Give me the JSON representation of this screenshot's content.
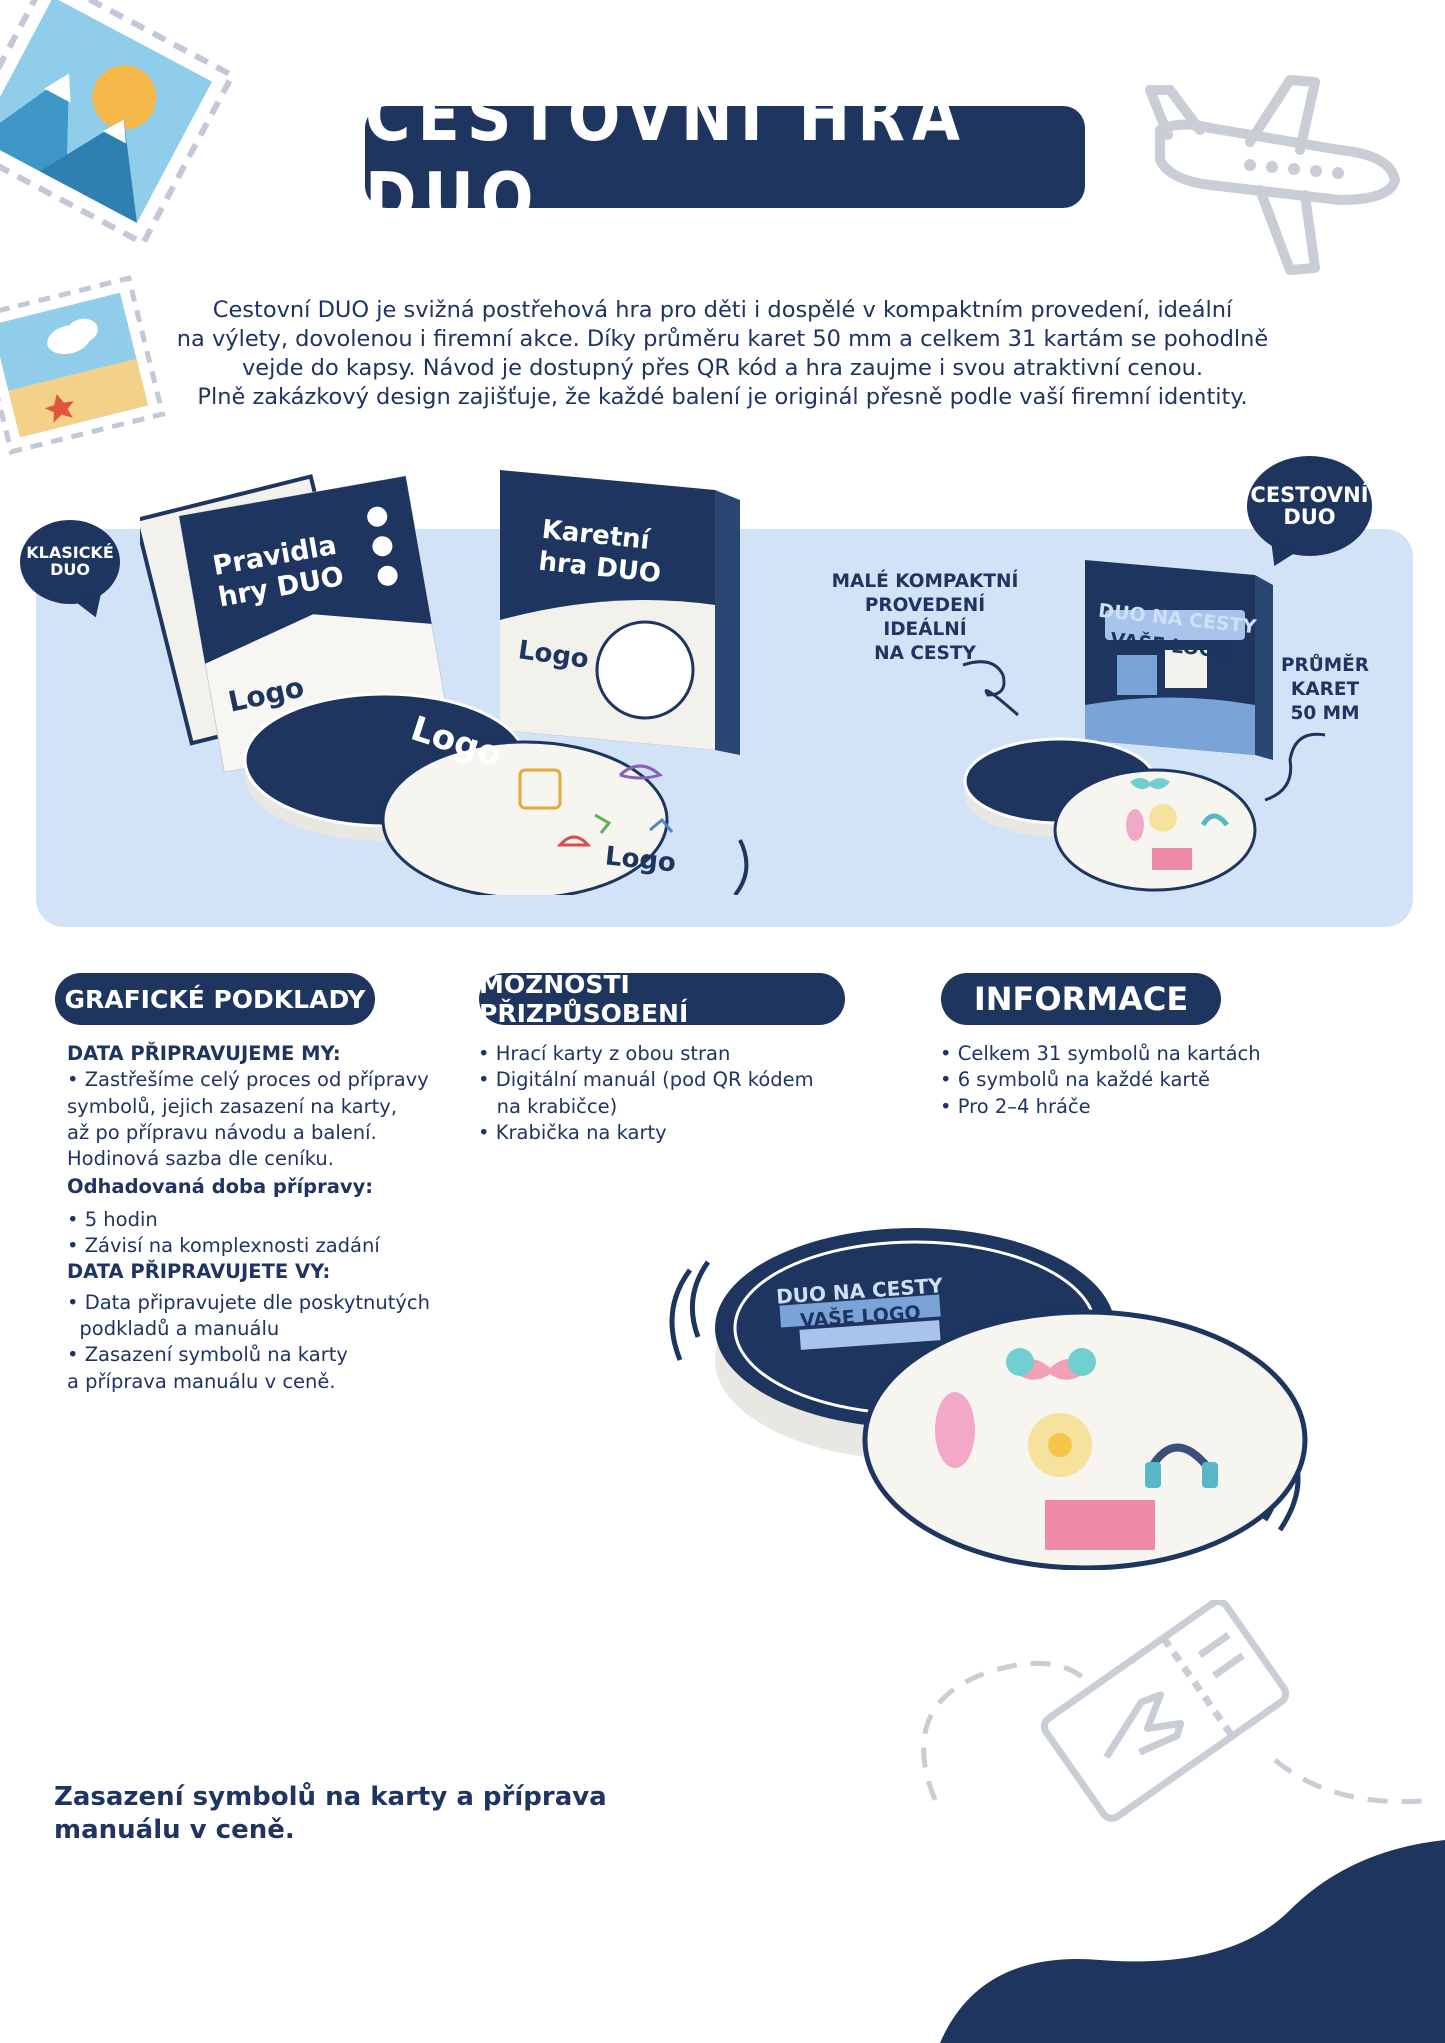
{
  "title": "CESTOVNÍ HRA DUO",
  "intro_lines": [
    "Cestovní DUO je svižná postřehová hra pro děti i dospělé v kompaktním provedení, ideální",
    "na výlety, dovolenou i firemní akce. Díky průměru karet 50 mm a celkem 31 kartám se pohodlně",
    "vejde do kapsy. Návod je dostupný přes QR kód a hra zaujme i svou atraktivní cenou.",
    "Plně zakázkový design zajišťuje, že každé balení je originál přesně podle vaší firemní identity."
  ],
  "bubbles": {
    "left": [
      "KLASICKÉ",
      "DUO"
    ],
    "right": [
      "CESTOVNÍ",
      "DUO"
    ]
  },
  "product_left": {
    "booklet_title": [
      "Pravidla",
      "hry DUO"
    ],
    "booklet_logo": "Logo",
    "box_title": [
      "Karetní",
      "hra DUO"
    ],
    "box_logo": "Logo",
    "card_logo": "Logo",
    "card2_logo": "Logo"
  },
  "product_right": {
    "annotation_left": [
      "MALÉ KOMPAKTNÍ",
      "PROVEDENÍ IDEÁLNÍ",
      "NA CESTY"
    ],
    "annotation_right": [
      "PRŮMĚR",
      "KARET",
      "50 MM"
    ],
    "box_line1": "DUO NA CESTY",
    "box_line2": "VAŠE LOGO"
  },
  "sections": {
    "graphics": {
      "title": "GRAFICKÉ PODKLADY",
      "h1": "DATA PŘIPRAVUJEME MY:",
      "p1": [
        "• Zastřešíme celý proces od přípravy",
        "symbolů, jejich zasazení na karty,",
        "až po přípravu návodu a balení.",
        "Hodinová sazba dle ceníku."
      ],
      "h2": "Odhadovaná doba přípravy:",
      "p2": [
        "• 5 hodin",
        "• Závisí na komplexnosti zadání"
      ],
      "h3": "DATA PŘIPRAVUJETE VY:",
      "p3": [
        "• Data připravujete dle poskytnutých",
        "  podkladů a manuálu",
        "• Zasazení symbolů na karty",
        "a příprava manuálu v ceně."
      ]
    },
    "customization": {
      "title": "MOŽNOSTI PŘIZPŮSOBENÍ",
      "items": [
        "• Hrací karty z obou stran",
        "• Digitální manuál (pod QR kódem",
        "   na krabičce)",
        "• Krabička na karty"
      ]
    },
    "info": {
      "title": "INFORMACE",
      "items": [
        "• Celkem 31 symbolů na kartách",
        "• 6 symbolů na každé kartě",
        "• Pro 2–4 hráče"
      ]
    }
  },
  "big_cards": {
    "line1": "DUO NA CESTY",
    "line2": "VAŠE LOGO"
  },
  "footer_note": [
    "Zasazení symbolů na karty a příprava",
    "manuálu v ceně."
  ],
  "colors": {
    "navy": "#1d355f",
    "light_blue_band": "#d3e3f7",
    "text": "#1f3460"
  }
}
